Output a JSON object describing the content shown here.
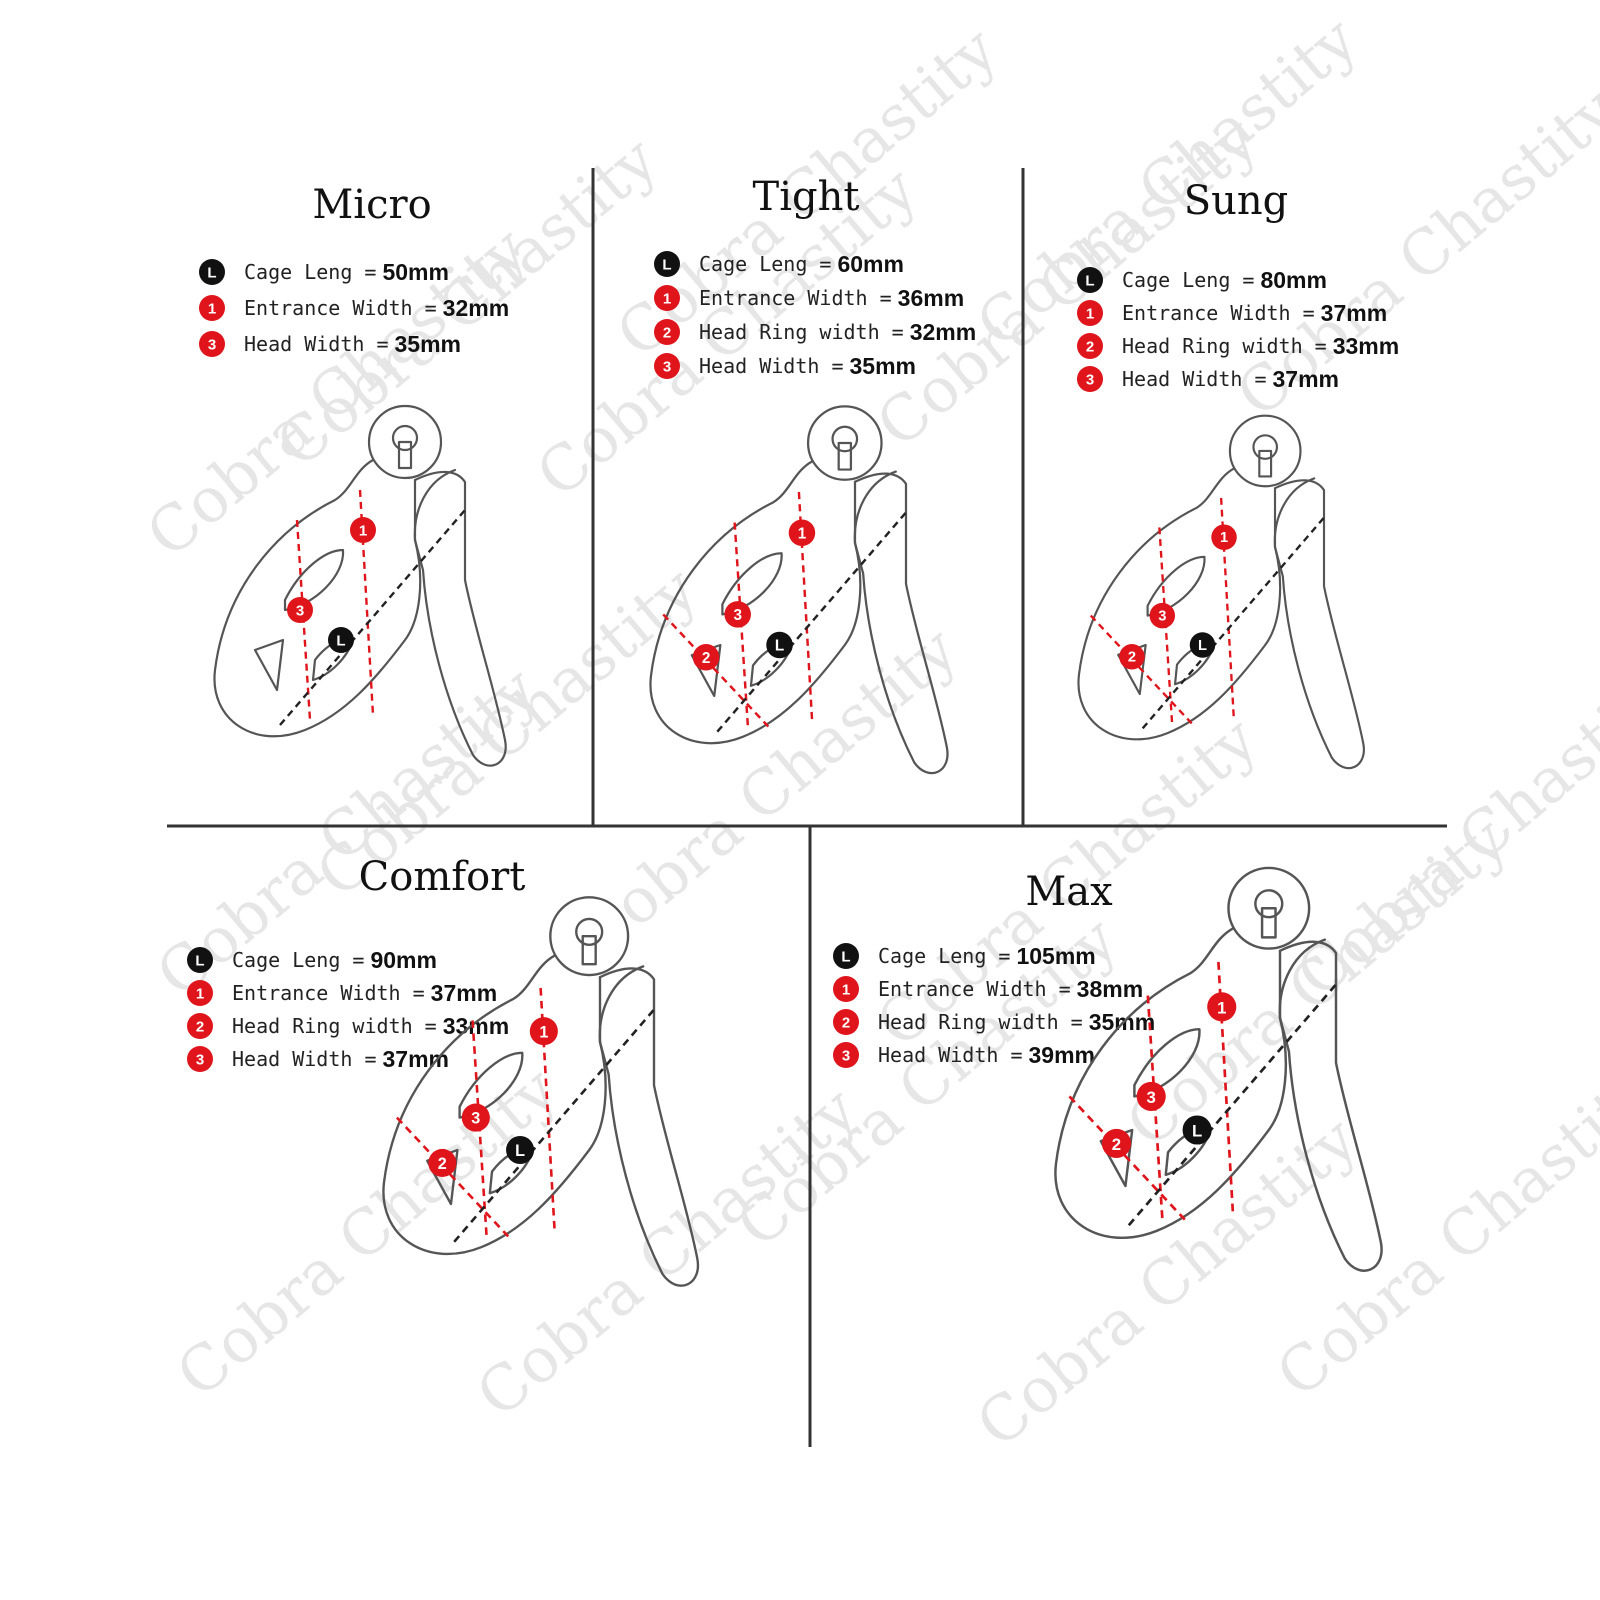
{
  "panels": [
    {
      "title": "Micro",
      "specs": [
        {
          "badge": "L",
          "kind": "black",
          "label": "Cage Leng  ",
          "sep": "=",
          "value": "50mm"
        },
        {
          "badge": "1",
          "kind": "red",
          "label": "Entrance Width",
          "sep": "=",
          "value": "32mm"
        },
        {
          "badge": "3",
          "kind": "red",
          "label": "Head Width",
          "sep": "=",
          "value": "35mm"
        }
      ]
    },
    {
      "title": "Tight",
      "specs": [
        {
          "badge": "L",
          "kind": "black",
          "label": "Cage Leng  ",
          "sep": "=",
          "value": "60mm"
        },
        {
          "badge": "1",
          "kind": "red",
          "label": "Entrance Width",
          "sep": "=",
          "value": "36mm"
        },
        {
          "badge": "2",
          "kind": "red",
          "label": "Head Ring width",
          "sep": "=",
          "value": "32mm"
        },
        {
          "badge": "3",
          "kind": "red",
          "label": "Head Width",
          "sep": "=",
          "value": "35mm"
        }
      ]
    },
    {
      "title": "Sung",
      "specs": [
        {
          "badge": "L",
          "kind": "black",
          "label": "Cage Leng  ",
          "sep": "=",
          "value": "80mm"
        },
        {
          "badge": "1",
          "kind": "red",
          "label": "Entrance Width",
          "sep": "=",
          "value": "37mm"
        },
        {
          "badge": "2",
          "kind": "red",
          "label": "Head Ring width",
          "sep": "=",
          "value": "33mm"
        },
        {
          "badge": "3",
          "kind": "red",
          "label": "Head Width",
          "sep": "=",
          "value": "37mm"
        }
      ]
    },
    {
      "title": "Comfort",
      "specs": [
        {
          "badge": "L",
          "kind": "black",
          "label": "Cage Leng  ",
          "sep": "=",
          "value": "90mm"
        },
        {
          "badge": "1",
          "kind": "red",
          "label": "Entrance Width",
          "sep": "=",
          "value": "37mm"
        },
        {
          "badge": "2",
          "kind": "red",
          "label": "Head Ring width",
          "sep": "=",
          "value": "33mm"
        },
        {
          "badge": "3",
          "kind": "red",
          "label": "Head Width",
          "sep": "=",
          "value": "37mm"
        }
      ]
    },
    {
      "title": "Max",
      "specs": [
        {
          "badge": "L",
          "kind": "black",
          "label": "Cage Leng  ",
          "sep": "=",
          "value": "105mm"
        },
        {
          "badge": "1",
          "kind": "red",
          "label": "Entrance Width",
          "sep": "=",
          "value": "38mm"
        },
        {
          "badge": "2",
          "kind": "red",
          "label": "Head Ring width",
          "sep": "=",
          "value": "35mm"
        },
        {
          "badge": "3",
          "kind": "red",
          "label": "Head Width",
          "sep": "=",
          "value": "39mm"
        }
      ]
    }
  ],
  "watermark": "Cobra Chastity",
  "colors": {
    "red": "#e0141b",
    "black": "#111111",
    "line": "#555555"
  }
}
